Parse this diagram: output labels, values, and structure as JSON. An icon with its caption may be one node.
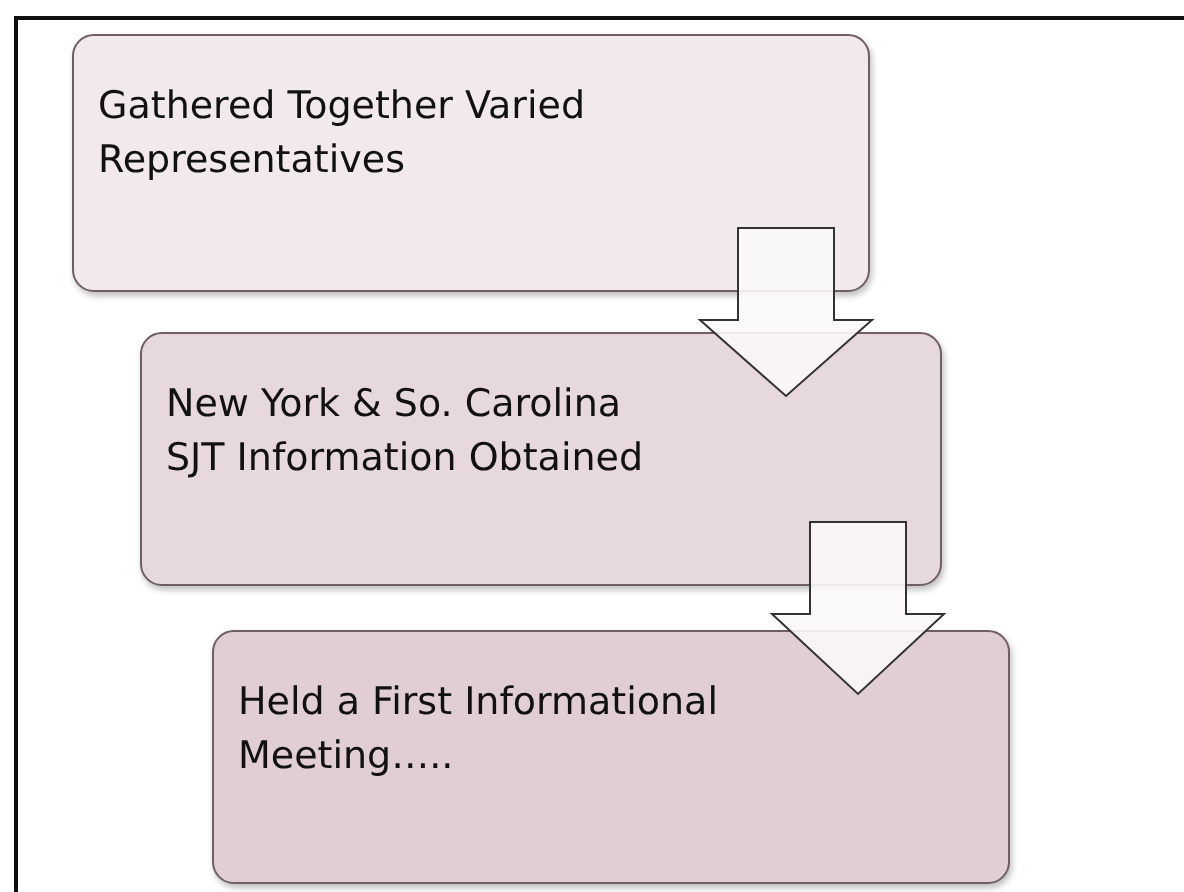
{
  "diagram": {
    "nodes": [
      {
        "text": [
          "Gathered Together Varied Representatives"
        ]
      },
      {
        "text": [
          "New York & So. Carolina SJT Information Obtained"
        ]
      },
      {
        "text": [
          "Held a First Informational Meeting….."
        ]
      }
    ],
    "edges": [
      {
        "from": 0,
        "to": 1,
        "arrow": "to"
      },
      {
        "from": 1,
        "to": 2,
        "arrow": "to"
      }
    ]
  }
}
